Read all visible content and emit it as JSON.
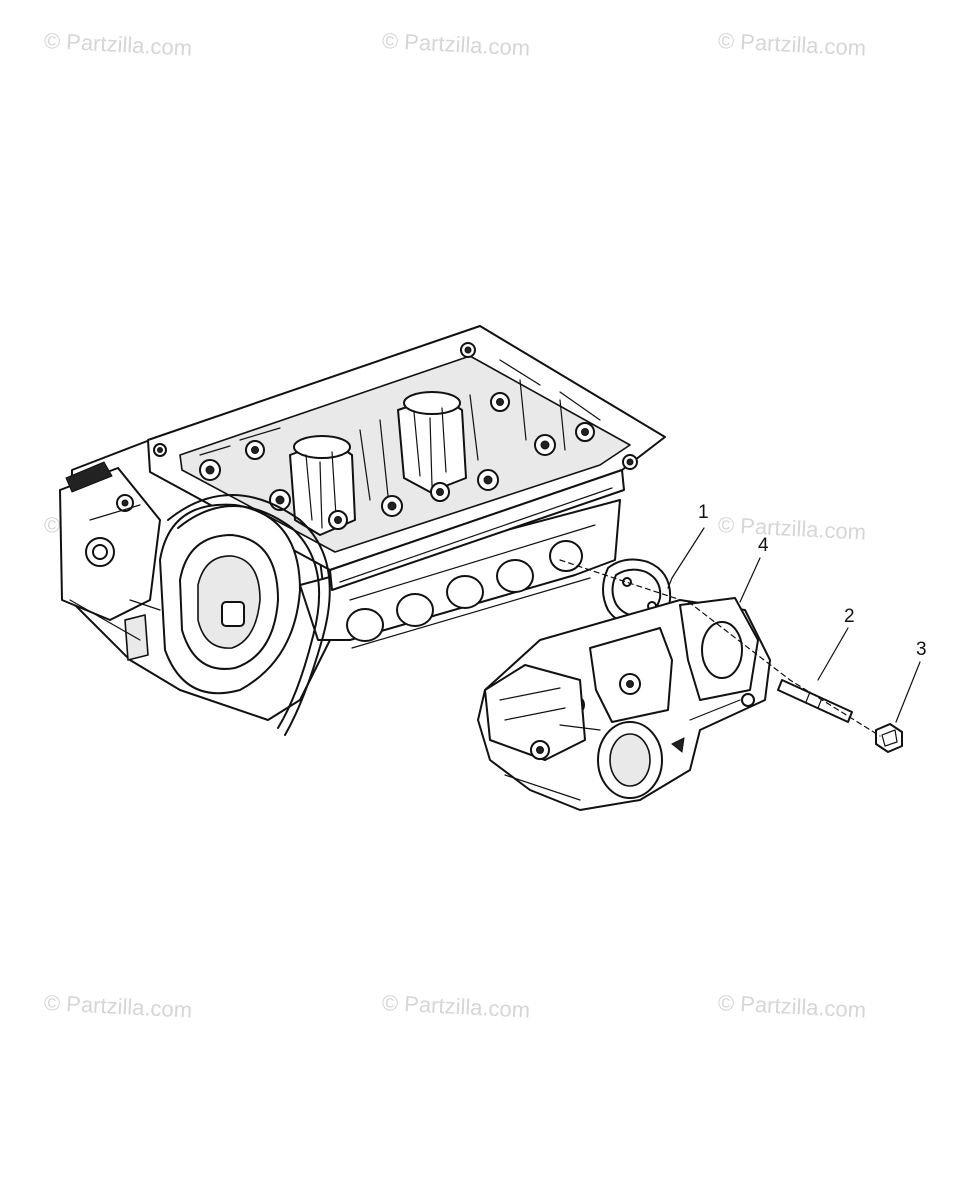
{
  "watermark": {
    "text": "© Partzilla.com",
    "color": "#d6d6d6"
  },
  "callouts": [
    "1",
    "4",
    "2",
    "3"
  ],
  "parts": {
    "engine": "cylinder-head",
    "gasket": "gasket",
    "manifold": "intake-manifold",
    "stud": "stud",
    "nut": "hex-nut"
  }
}
